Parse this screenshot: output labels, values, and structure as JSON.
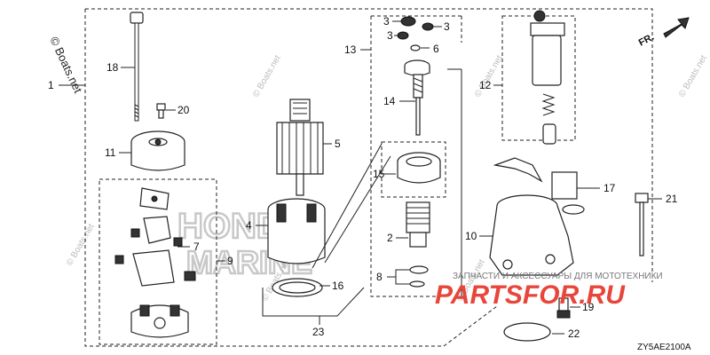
{
  "callouts": {
    "c1": "1",
    "c2": "2",
    "c3a": "3",
    "c3b": "3",
    "c3c": "3",
    "c4": "4",
    "c5": "5",
    "c6": "6",
    "c7": "7",
    "c8": "8",
    "c9": "9",
    "c10": "10",
    "c11": "11",
    "c12": "12",
    "c13": "13",
    "c14": "14",
    "c15": "15",
    "c16": "16",
    "c17": "17",
    "c18": "18",
    "c19": "19",
    "c20": "20",
    "c21": "21",
    "c22": "22",
    "c23": "23"
  },
  "direction_label": "FR.",
  "diagram_code": "ZY5AE2100A",
  "copyright": "© Boats.net",
  "seller_tagline": "ЗАПЧАСТИ И АКСЕССУАРЫ ДЛЯ МОТОТЕХНИКИ",
  "seller_logo": "PARTSFOR.RU",
  "ghost_logo": [
    "HONDA",
    "MARINE"
  ],
  "colors": {
    "logo_red": "#e8463a",
    "line": "#222222"
  }
}
